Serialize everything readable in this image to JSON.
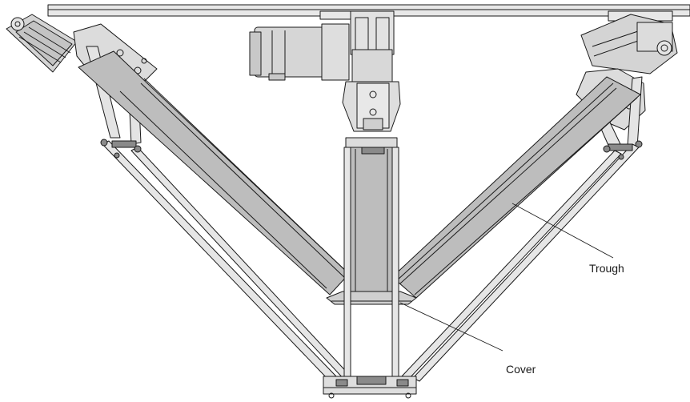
{
  "labels": {
    "trough": "Trough",
    "cover": "Cover"
  },
  "colors": {
    "line": "#1a1a1a",
    "trough_fill": "#bdbdbd",
    "metal": "#d9d9d9",
    "dark": "#8a8a8a"
  },
  "icons": [
    "motor",
    "gearbox",
    "parallel-arm",
    "joint",
    "spring"
  ]
}
